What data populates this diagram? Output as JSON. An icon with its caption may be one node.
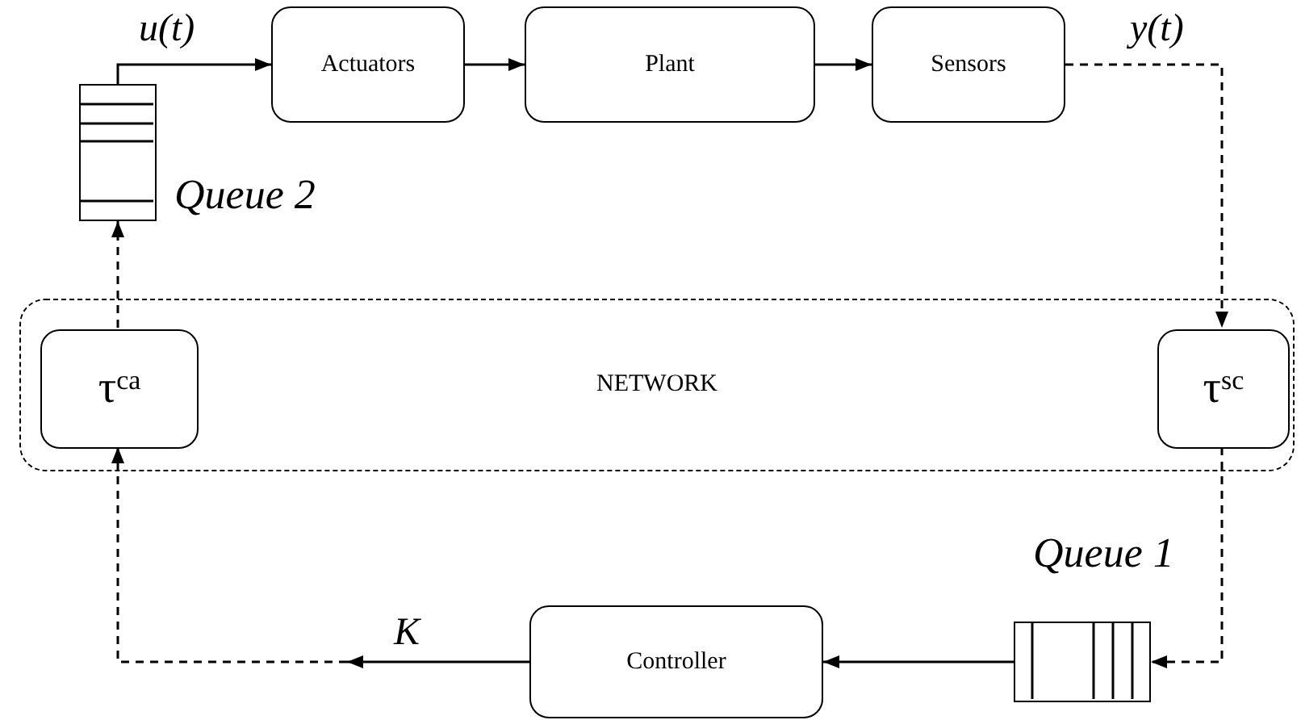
{
  "diagram": {
    "nodes": [
      {
        "text": [
          "Actuators"
        ]
      },
      {
        "text": [
          "Plant"
        ]
      },
      {
        "text": [
          "Sensors"
        ]
      },
      {
        "text": [],
        "shape": "box",
        "beside": [
          "Queue 2"
        ]
      },
      {
        "text": [
          "NETWORK"
        ]
      },
      {
        "text": [
          "τ$^{ca}$"
        ],
        "in": 4
      },
      {
        "text": [
          "τ$^{sc}$"
        ],
        "in": 4
      },
      {
        "text": [
          "Controller"
        ]
      },
      {
        "text": [],
        "shape": "box",
        "beside": [
          "Queue 1"
        ]
      }
    ],
    "edges": [
      {
        "from": 3,
        "to": 0,
        "arrow": "to",
        "label": "u(t)"
      },
      {
        "from": 0,
        "to": 1,
        "arrow": "to"
      },
      {
        "from": 1,
        "to": 2,
        "arrow": "to"
      },
      {
        "from": 2,
        "to": 6,
        "arrow": "to",
        "style": "dashed",
        "label": "y(t)"
      },
      {
        "from": 6,
        "to": 8,
        "arrow": "to",
        "style": "dashed"
      },
      {
        "from": 8,
        "to": 7,
        "arrow": "to"
      },
      {
        "from": 7,
        "to": null,
        "arrow": "to",
        "label": "K"
      },
      {
        "from": null,
        "to": 5,
        "arrow": "to",
        "style": "dashed"
      },
      {
        "from": 5,
        "to": 3,
        "arrow": "to",
        "style": "dashed"
      }
    ]
  }
}
